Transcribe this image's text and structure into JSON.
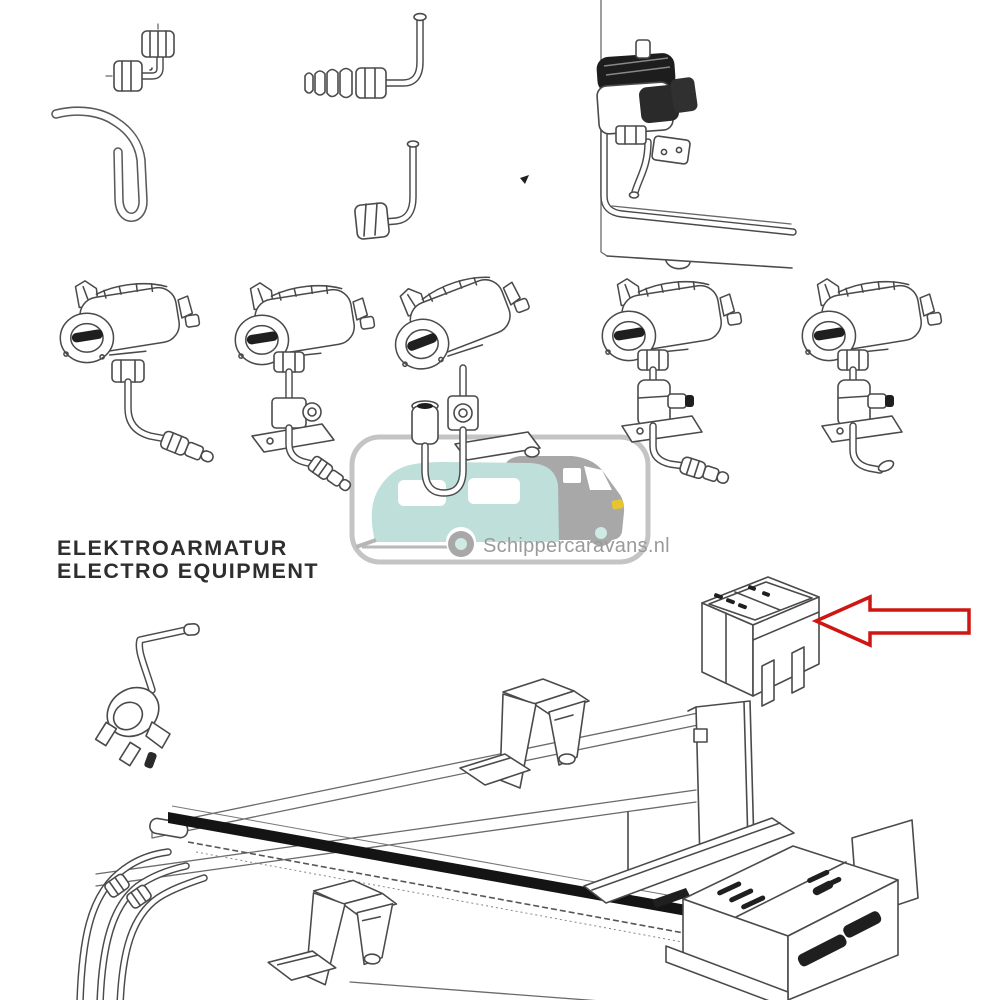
{
  "header": {
    "title_line1": "ELEKTROARMATUR",
    "title_line2": "ELECTRO EQUIPMENT"
  },
  "watermark": {
    "site_text": "Schippercaravans.nl",
    "caravan_color": "#bfe0da",
    "van_color": "#a8a8a8",
    "wheel_hub_color": "#cfe9e4",
    "headlight_color": "#e6c52e",
    "border_color": "#c4c4c4",
    "text_color": "#9a9a9a"
  },
  "annotation": {
    "arrow_color": "#ce1612",
    "arrow_direction": "left"
  },
  "drawing": {
    "line_color": "#4a4a4a",
    "dark_fill": "#1f1f1f",
    "strip_color": "#141414",
    "background": "#ffffff"
  },
  "parts": [
    "compression-elbow-fitting",
    "u-shaped-hose",
    "barbed-elbow-pipe",
    "elbow-pipe-with-nut",
    "wall-mounted-pump-with-tubing",
    "microswitch-tap-with-elbow-connector",
    "microswitch-tap-with-bracket-and-barb",
    "microswitch-tap-with-u-tube",
    "microswitch-tap-with-valve-body",
    "microswitch-tap-with-open-spout",
    "mains-plug-with-cable",
    "electrical-junction-box",
    "mounting-bracket-front",
    "mounting-bracket-rear",
    "counter-rail-assembly",
    "black-trim-strip",
    "fixing-screw",
    "mounting-plate",
    "control-housing",
    "hose-bundle"
  ]
}
